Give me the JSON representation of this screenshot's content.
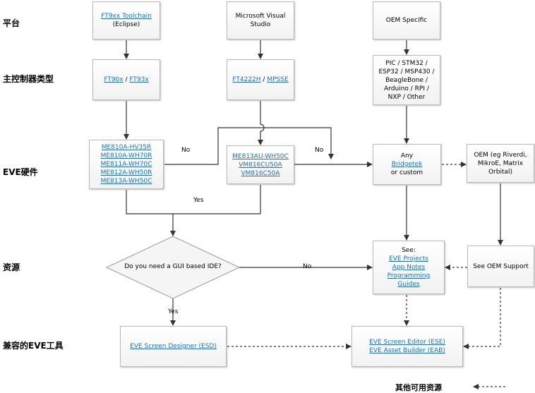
{
  "rows": {
    "platform": "平台",
    "host_controller": "主控制器类型",
    "eve_hardware": "EVE硬件",
    "resources": "资源",
    "tools": "兼容的EVE工具"
  },
  "nodes": {
    "ft9xx_toolchain": {
      "link": "FT9xx Toolchain",
      "text": "(Eclipse)"
    },
    "ms_visual_studio": {
      "line1": "Microsoft Visual",
      "line2": "Studio"
    },
    "oem_specific": {
      "text": "OEM Specific"
    },
    "ft90x_ft93x": {
      "link1": "FT90x",
      "sep": " / ",
      "link2": "FT93x"
    },
    "ft4222h_mpsse": {
      "link1": "FT4222H",
      "sep": " / ",
      "link2": "MPSSE"
    },
    "mcu_list": {
      "lines": [
        "PIC / STM32 /",
        "ESP32 / MSP430 /",
        "BeagleBone /",
        "Arduino / RPI /",
        "NXP / Other"
      ]
    },
    "me_modules_1": {
      "links": [
        "ME810A-HV35R",
        "ME810A-WH70R",
        "ME811A-WH70C",
        "ME812A-WH50R",
        "ME813A-WH50C"
      ]
    },
    "me_modules_2": {
      "links": [
        "ME813AU-WH50C",
        "VM816CU50A",
        "VM816C50A"
      ]
    },
    "any_bridgetek": {
      "line1": "Any",
      "link": "Bridgetek",
      "line3": "or custom"
    },
    "oem_modules": {
      "lines": [
        "OEM (eg Riverdi,",
        "MikroE, Matrix",
        "Orbital)"
      ]
    },
    "gui_question": {
      "text": "Do you need a GUI based IDE?"
    },
    "see_resources": {
      "label": "See:",
      "links": [
        "EVE Projects",
        "App Notes",
        "Programming",
        "Guides"
      ]
    },
    "oem_support": {
      "text": "See OEM Support"
    },
    "esd": {
      "link": "EVE Screen Designer (ESD)"
    },
    "ese_eab": {
      "links": [
        "EVE Screen Editor (ESE)",
        "EVE Asset Builder (EAB)"
      ]
    }
  },
  "edge_labels": {
    "no1": "No",
    "no2": "No",
    "yes1": "Yes",
    "no3": "No",
    "yes2": "Yes"
  },
  "legend": {
    "text": "其他可用资源"
  }
}
